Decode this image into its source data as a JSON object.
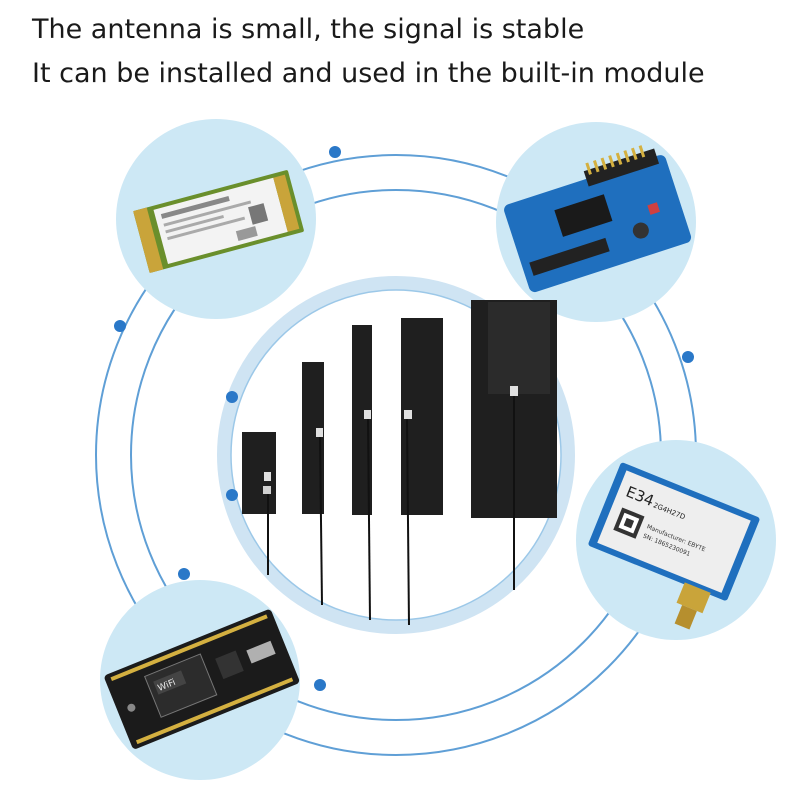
{
  "headline": {
    "line1": "The antenna is small, the signal is stable",
    "line2": "It can be installed and used in the built-in module"
  },
  "module_labels": {
    "chip_model": "E34",
    "chip_freq": "2G4H27D",
    "chip_maker": "Manufacturer: EBYTE",
    "chip_sn": "SN: 1865230091",
    "wifi_badge": "WiFi"
  },
  "colors": {
    "ring": "#5f9fd6",
    "dot": "#2a78c8",
    "bubble": "#cde8f5",
    "antenna": "#1f1f1f",
    "module_board": "#1f6fbe",
    "pcb_green": "#6a8f2c",
    "pcb_black": "#1b1b1b"
  },
  "icons": [
    "ssd-card-image",
    "sensor-board-image",
    "rf-module-image",
    "wifi-devboard-image",
    "antenna-set-image"
  ]
}
